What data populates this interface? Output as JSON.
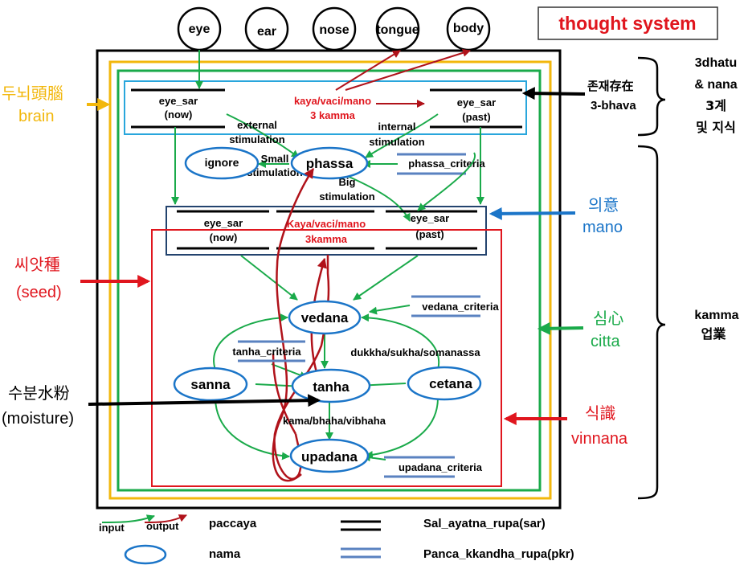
{
  "title": "thought system",
  "senses": [
    "eye",
    "ear",
    "nose",
    "tongue",
    "body"
  ],
  "left_labels": {
    "brain_ko": "두뇌頭腦",
    "brain_en": "brain",
    "seed_ko": "씨앗種",
    "seed_en": "(seed)",
    "moisture_ko": "수분水粉",
    "moisture_en": "(moisture)"
  },
  "right_labels": {
    "bhava_line1": "존재存在",
    "bhava_line2": "3-bhava",
    "mano_ko": "의意",
    "mano_en": "mano",
    "citta_ko": "심心",
    "citta_en": "citta",
    "vinnana_ko": "식識",
    "vinnana_en": "vinnana"
  },
  "brackets": {
    "top": [
      "3dhatu",
      "& nana",
      "3계",
      "및 지식"
    ],
    "bottom": [
      "kamma",
      "업業"
    ]
  },
  "top_box": {
    "eye_now": [
      "eye_sar",
      "(now)"
    ],
    "kamma": [
      "kaya/vaci/mano",
      "3 kamma"
    ],
    "eye_past": [
      "eye_sar",
      "(past)"
    ]
  },
  "middle": {
    "external": [
      "external",
      "stimulation"
    ],
    "internal": [
      "internal",
      "stimulation"
    ],
    "small": [
      "Small",
      "stimulation"
    ],
    "big": [
      "Big",
      "stimulation"
    ],
    "ignore": "ignore",
    "phassa": "phassa",
    "phassa_criteria": "phassa_criteria"
  },
  "mano_box": {
    "eye_now": [
      "eye_sar",
      "(now)"
    ],
    "kamma": [
      "Kaya/vaci/mano",
      "3kamma"
    ],
    "eye_past": [
      "eye_sar",
      "(past)"
    ]
  },
  "lower": {
    "vedana": "vedana",
    "vedana_criteria": "vedana_criteria",
    "tanha_criteria": "tanha_criteria",
    "dukkha": "dukkha/sukha/somanassa",
    "sanna": "sanna",
    "tanha": "tanha",
    "cetana": "cetana",
    "kama": "kama/bhaha/vibhaha",
    "upadana": "upadana",
    "upadana_criteria": "upadana_criteria"
  },
  "legend": {
    "input": "input",
    "output": "output",
    "paccaya": "paccaya",
    "nama": "nama",
    "sar": "Sal_ayatna_rupa(sar)",
    "pkr": "Panca_kkandha_rupa(pkr)"
  },
  "colors": {
    "green": "#1aaa4a",
    "red": "#e0161e",
    "dark_red": "#b0121a",
    "blue": "#2a6fc0",
    "cyan": "#29a6dc",
    "navy": "#23436e",
    "orange": "#f2b70c",
    "pkr_blue": "#5a82c0"
  }
}
